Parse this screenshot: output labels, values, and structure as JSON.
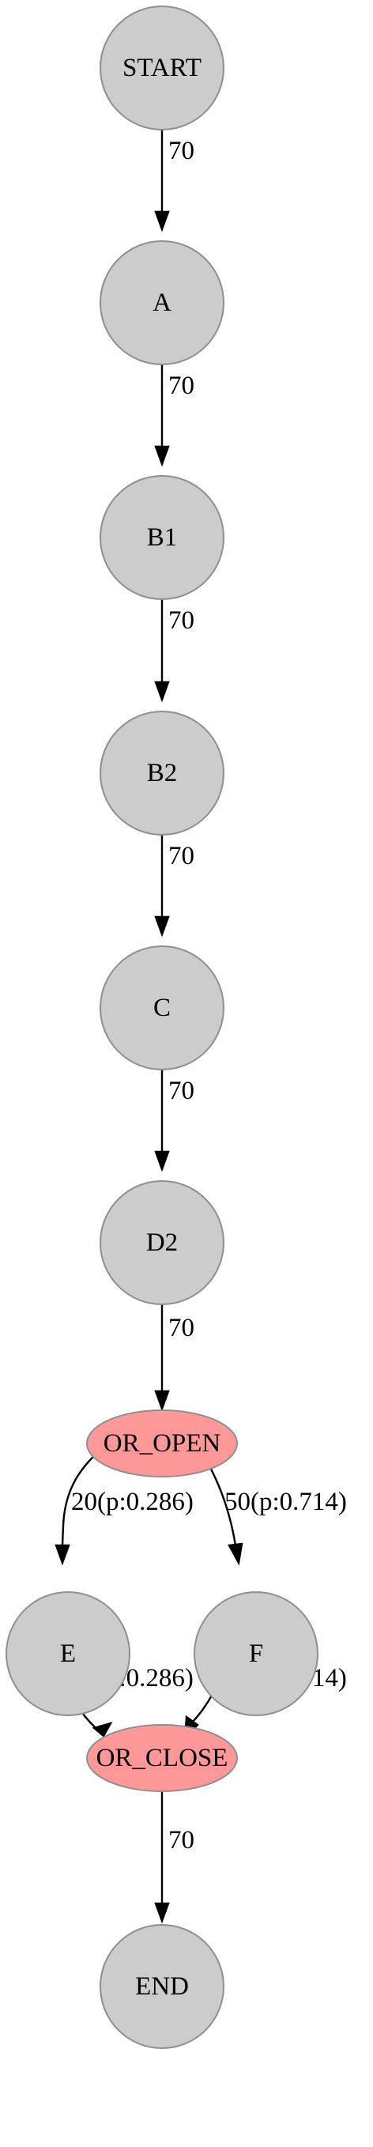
{
  "nodes": {
    "start": "START",
    "a": "A",
    "b1": "B1",
    "b2": "B2",
    "c": "C",
    "d2": "D2",
    "or_open": "OR_OPEN",
    "e": "E",
    "f": "F",
    "or_close": "OR_CLOSE",
    "end": "END"
  },
  "edges": {
    "start_a": "70",
    "a_b1": "70",
    "b1_b2": "70",
    "b2_c": "70",
    "c_d2": "70",
    "d2_or_open": "70",
    "or_open_e": "20(p:0.286)",
    "or_open_f": "50(p:0.714)",
    "e_or_close": "20(p:0.286)",
    "f_or_close": "50(p:0.714)",
    "or_close_end": "70"
  },
  "colors": {
    "task_node_fill": "#cccccc",
    "gateway_node_fill": "#ff9999",
    "node_border": "#8f8f8f",
    "edge": "#000000"
  }
}
